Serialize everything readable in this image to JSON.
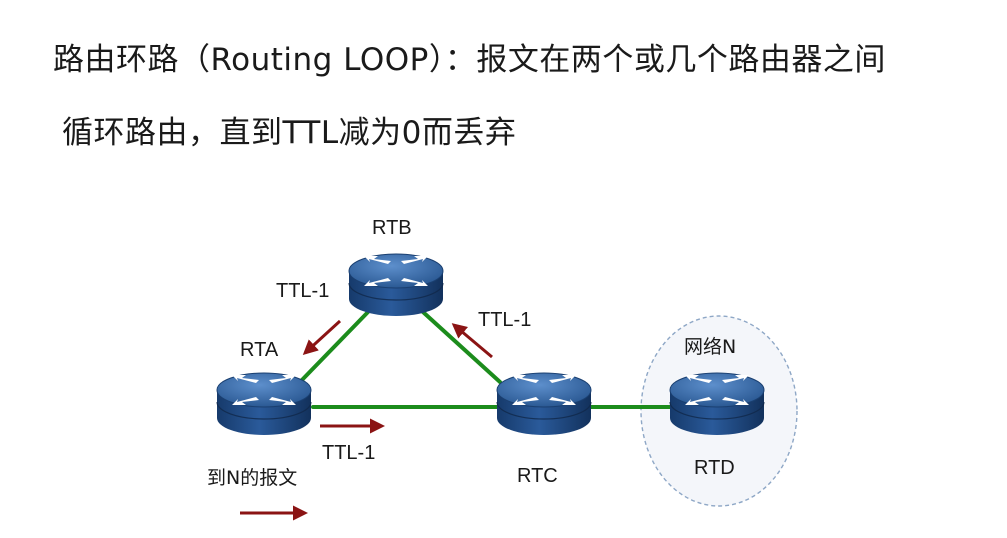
{
  "slide": {
    "title_line1": "路由环路（Routing  LOOP）：报文在两个或几个路由器之间",
    "title_line2": "循环路由，直到TTL减为0而丢弃"
  },
  "diagram": {
    "routers": {
      "rta": "RTA",
      "rtb": "RTB",
      "rtc": "RTC",
      "rtd": "RTD"
    },
    "network_label": "网络N",
    "ttl_labels": {
      "rtb_to_rta": "TTL-1",
      "rtc_to_rtb": "TTL-1",
      "rta_to_rtc": "TTL-1"
    },
    "packet_label": "到N的报文",
    "colors": {
      "link": "#1c8c1c",
      "arrow": "#8b1414",
      "router_body": "#1f4e8c",
      "router_top": "#3d74b8",
      "network_fill": "#f2f5fa",
      "network_stroke": "#8aa5c8"
    }
  }
}
